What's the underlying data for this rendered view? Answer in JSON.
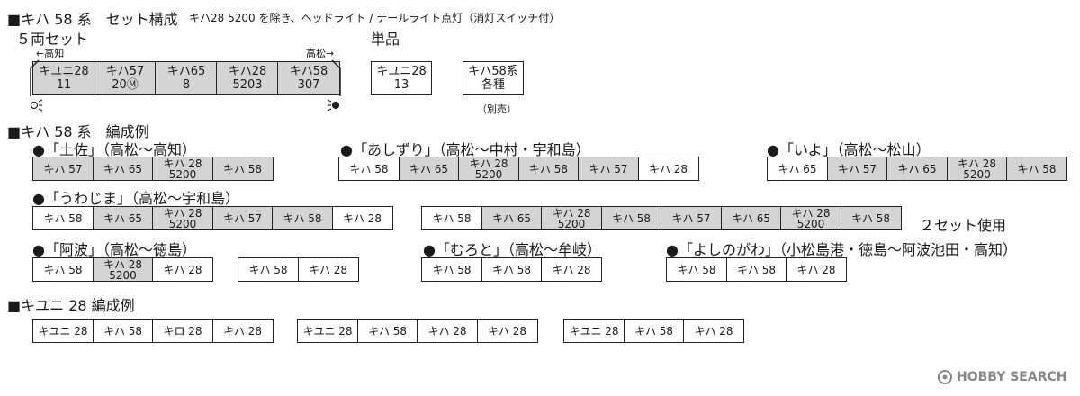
{
  "header": {
    "title": "■キハ 58 系　セット構成",
    "note": "キハ28 5200 を除き、ヘッドライト / テールライト点灯（消灯スイッチ付）",
    "five_set": "５両セット",
    "single": "単品",
    "dir_left": "←高知",
    "dir_right": "高松→"
  },
  "set_cars": [
    {
      "l1": "キユニ28",
      "l2": "11"
    },
    {
      "l1": "キハ57",
      "l2": "20Ⓜ"
    },
    {
      "l1": "キハ65",
      "l2": "8"
    },
    {
      "l1": "キハ28",
      "l2": "5203"
    },
    {
      "l1": "キハ58",
      "l2": "307"
    }
  ],
  "singles": [
    {
      "l1": "キユニ28",
      "l2": "13"
    },
    {
      "l1": "キハ58系",
      "l2": "各種"
    }
  ],
  "sold_separately": "（別売）",
  "sections": {
    "kiha58": "■キハ 58 系　編成例",
    "kiyuni28": "■キユニ 28 編成例"
  },
  "labels": {
    "tosa": "●「土佐」（高松〜高知）",
    "ashizuri": "●「あしずり」（高松〜中村・宇和島）",
    "iyo": "●「いよ」（高松〜松山）",
    "uwajima": "●「うわじま」（高松〜宇和島）",
    "awa": "●「阿波」（高松〜徳島）",
    "muroto": "●「むろと」（高松〜牟岐）",
    "yoshinogawa": "●「よしのがわ」（小松島港・徳島〜阿波池田・高知）",
    "two_sets": "２セット使用"
  },
  "formations": {
    "tosa": [
      [
        "キハ 57",
        "",
        true
      ],
      [
        "キハ 65",
        "",
        true
      ],
      [
        "キハ 28",
        "5200",
        true
      ],
      [
        "キハ 58",
        "",
        true
      ]
    ],
    "ashizuri": [
      [
        "キハ 58",
        "",
        false
      ],
      [
        "キハ 65",
        "",
        true
      ],
      [
        "キハ 28",
        "5200",
        true
      ],
      [
        "キハ 58",
        "",
        true
      ],
      [
        "キハ 57",
        "",
        true
      ],
      [
        "キハ 28",
        "",
        false
      ]
    ],
    "iyo": [
      [
        "キハ 65",
        "",
        false
      ],
      [
        "キハ 57",
        "",
        true
      ],
      [
        "キハ 65",
        "",
        true
      ],
      [
        "キハ 28",
        "5200",
        true
      ],
      [
        "キハ 58",
        "",
        true
      ]
    ],
    "uwajima": [
      [
        "キハ 58",
        "",
        false
      ],
      [
        "キハ 65",
        "",
        true
      ],
      [
        "キハ 28",
        "5200",
        true
      ],
      [
        "キハ 57",
        "",
        true
      ],
      [
        "キハ 58",
        "",
        true
      ],
      [
        "キハ 28",
        "",
        false
      ]
    ],
    "twoset": [
      [
        "キハ 58",
        "",
        false
      ],
      [
        "キハ 65",
        "",
        true
      ],
      [
        "キハ 28",
        "5200",
        true
      ],
      [
        "キハ 58",
        "",
        true
      ],
      [
        "キハ 57",
        "",
        true
      ],
      [
        "キハ 65",
        "",
        true
      ],
      [
        "キハ 28",
        "5200",
        true
      ],
      [
        "キハ 58",
        "",
        true
      ]
    ],
    "awa_a": [
      [
        "キハ 58",
        "",
        false
      ],
      [
        "キハ 28",
        "5200",
        true
      ],
      [
        "キハ 28",
        "",
        false
      ]
    ],
    "awa_b": [
      [
        "キハ 58",
        "",
        false
      ],
      [
        "キハ 28",
        "",
        false
      ]
    ],
    "muroto": [
      [
        "キハ 58",
        "",
        false
      ],
      [
        "キハ 58",
        "",
        false
      ],
      [
        "キハ 28",
        "",
        false
      ]
    ],
    "yoshinogawa": [
      [
        "キハ 58",
        "",
        false
      ],
      [
        "キハ 58",
        "",
        false
      ],
      [
        "キハ 28",
        "",
        false
      ]
    ],
    "ky1": [
      [
        "キユニ 28",
        "",
        false
      ],
      [
        "キハ 58",
        "",
        false
      ],
      [
        "キロ 28",
        "",
        false
      ],
      [
        "キハ 28",
        "",
        false
      ]
    ],
    "ky2": [
      [
        "キユニ 28",
        "",
        false
      ],
      [
        "キハ 58",
        "",
        false
      ],
      [
        "キハ 28",
        "",
        false
      ],
      [
        "キハ 28",
        "",
        false
      ]
    ],
    "ky3": [
      [
        "キユニ 28",
        "",
        false
      ],
      [
        "キハ 58",
        "",
        false
      ],
      [
        "キハ 28",
        "",
        false
      ]
    ]
  },
  "watermark": "HOBBY SEARCH"
}
